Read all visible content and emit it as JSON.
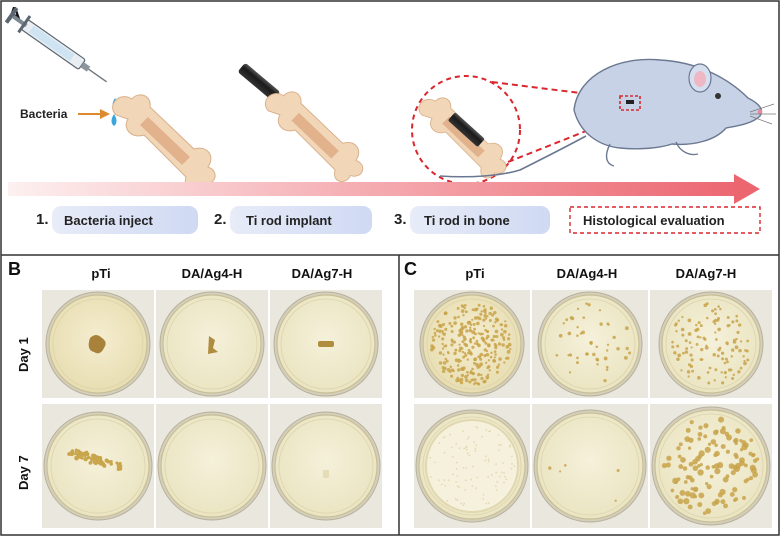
{
  "panel_a": {
    "letter": "A",
    "bacteria_label": "Bacteria",
    "steps": [
      {
        "number": "1.",
        "label": "Bacteria inject"
      },
      {
        "number": "2.",
        "label": "Ti rod implant"
      },
      {
        "number": "3.",
        "label": "Ti rod in bone"
      }
    ],
    "final_step": "Histological evaluation"
  },
  "panel_b": {
    "letter": "B",
    "columns": [
      "pTi",
      "DA/Ag4-H",
      "DA/Ag7-H"
    ],
    "rows": [
      "Day 1",
      "Day 7"
    ]
  },
  "panel_c": {
    "letter": "C",
    "columns": [
      "pTi",
      "DA/Ag4-H",
      "DA/Ag7-H"
    ]
  },
  "colors": {
    "frame": "#333333",
    "arrow_start": "#fbe3e4",
    "arrow_end": "#ee6b73",
    "step_pill": "#dbe3f6",
    "dash_red": "#d9272e",
    "agar": "#efe6c4",
    "colony": "#c8a34a"
  }
}
